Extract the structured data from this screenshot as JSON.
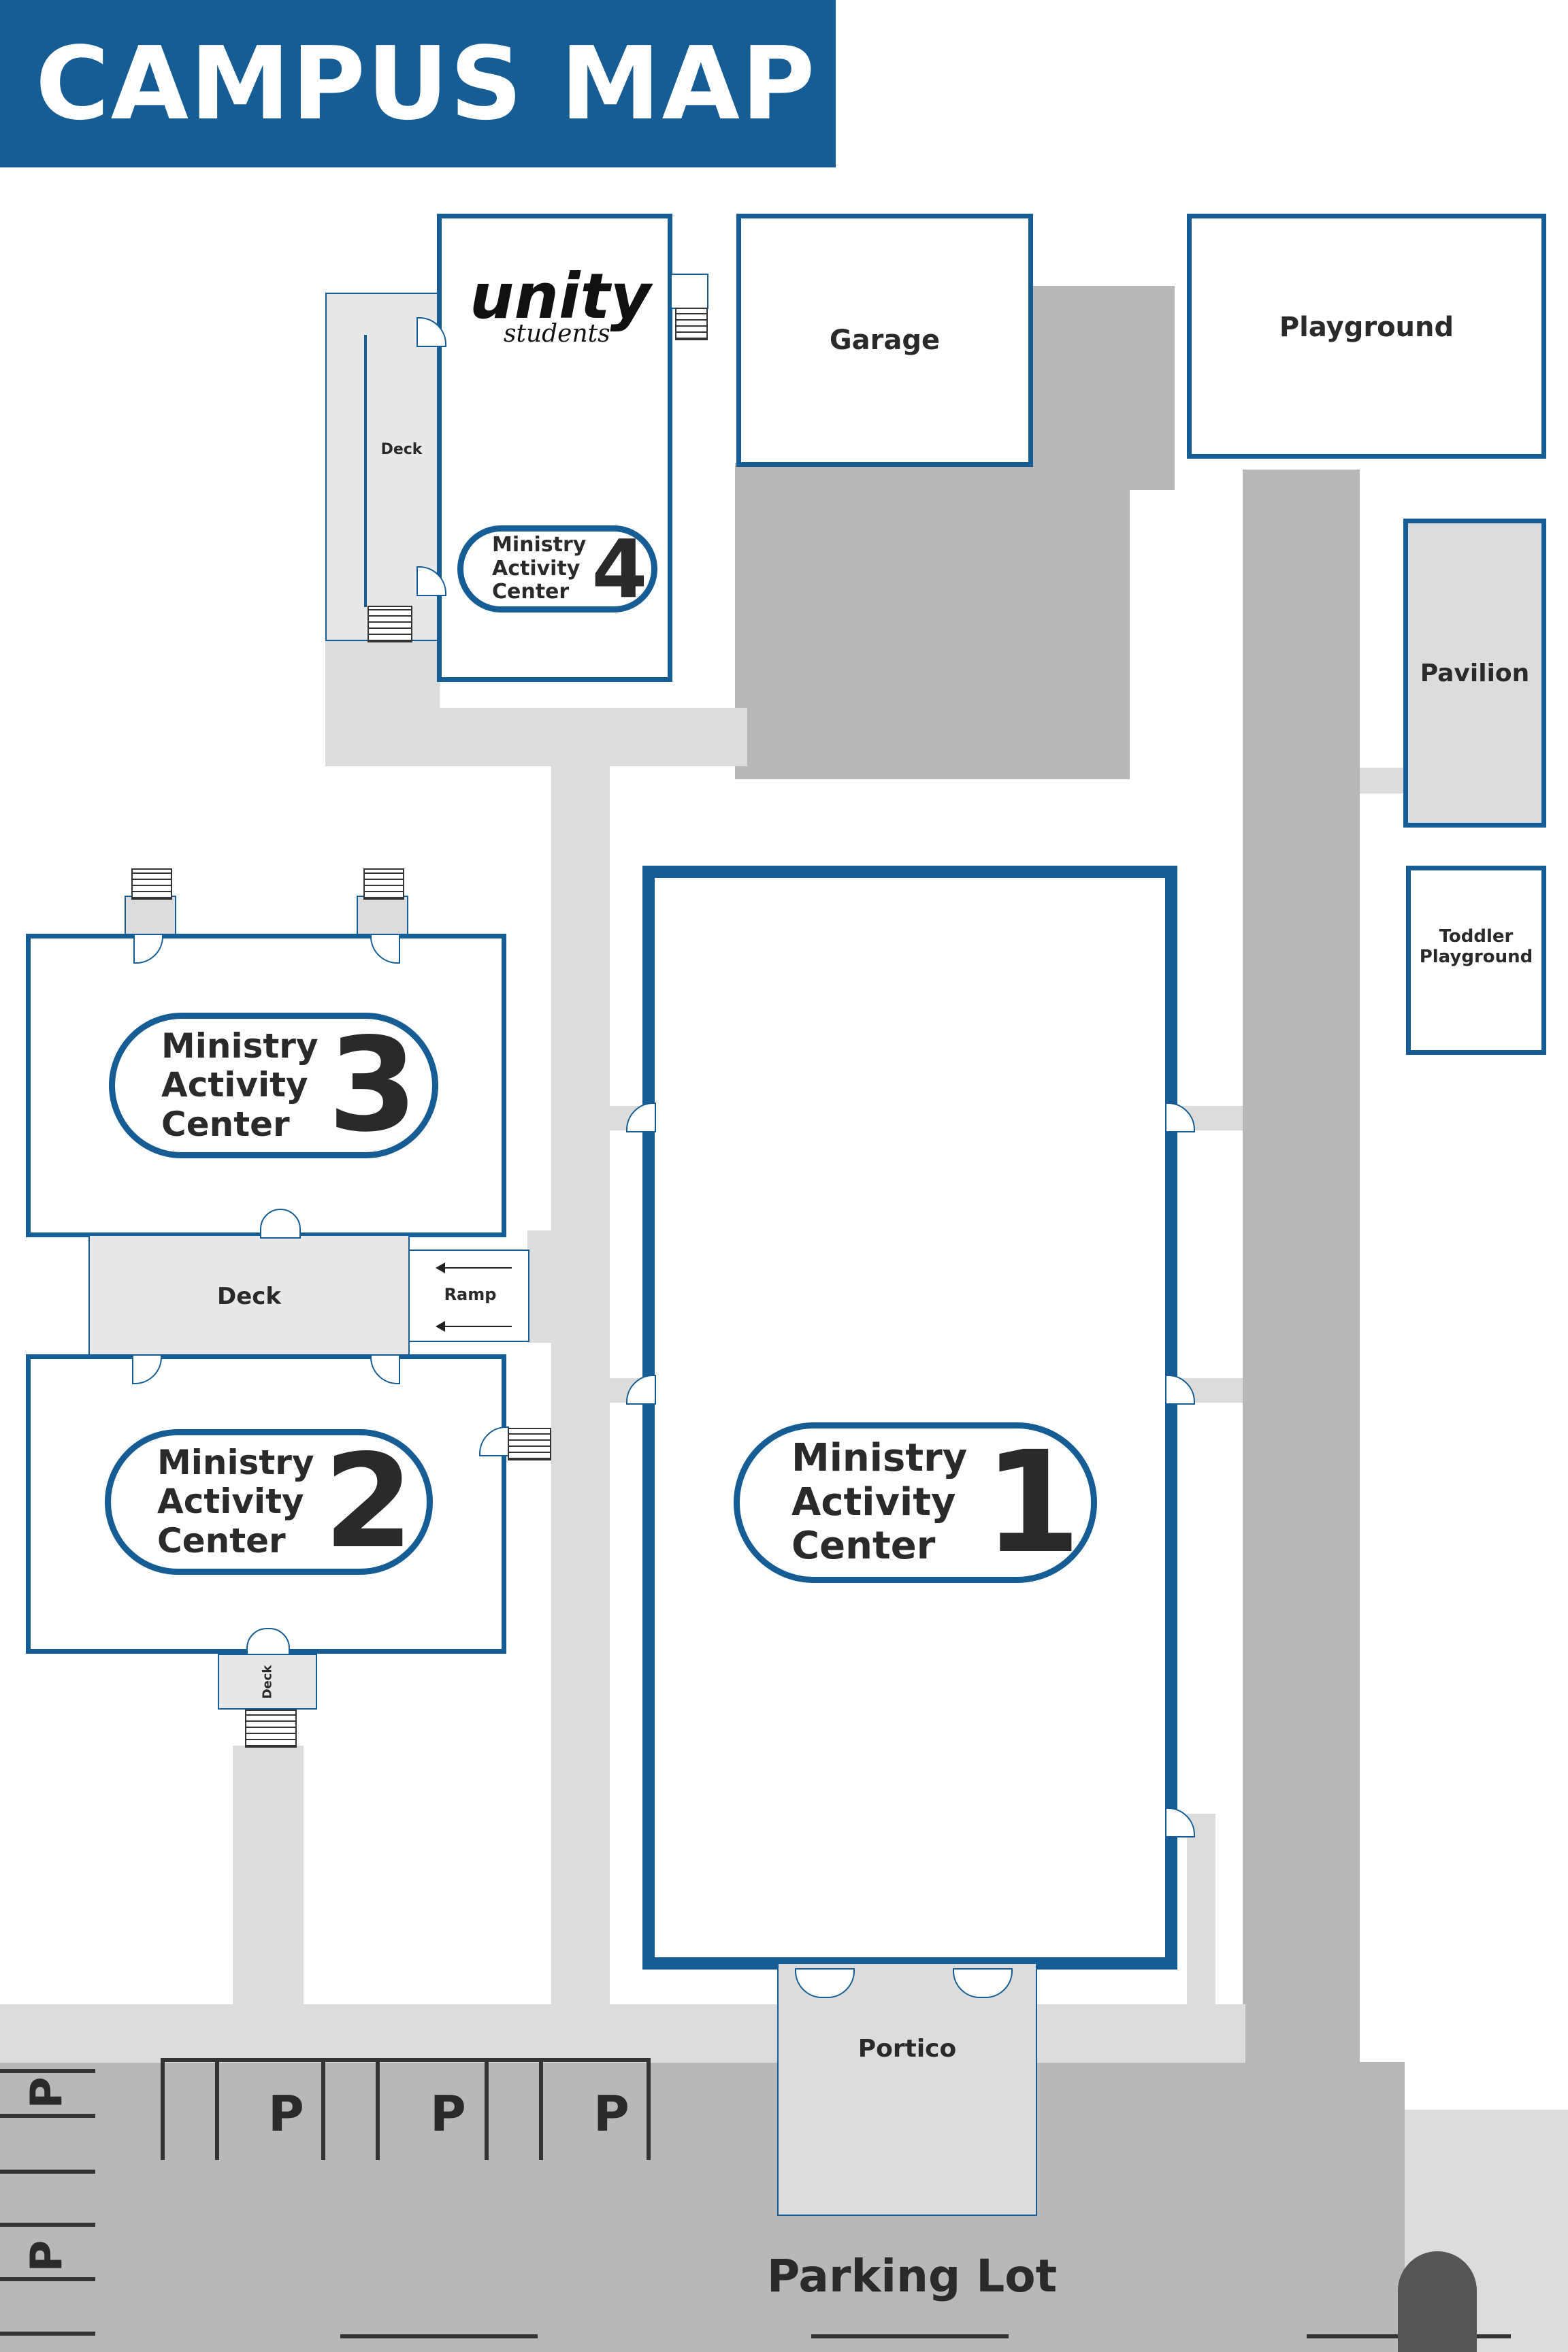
{
  "header": {
    "title": "CAMPUS MAP"
  },
  "buildings": {
    "mac1": {
      "line1": "Ministry",
      "line2": "Activity",
      "line3": "Center",
      "number": "1"
    },
    "mac2": {
      "line1": "Ministry",
      "line2": "Activity",
      "line3": "Center",
      "number": "2"
    },
    "mac3": {
      "line1": "Ministry",
      "line2": "Activity",
      "line3": "Center",
      "number": "3"
    },
    "mac4": {
      "line1": "Ministry",
      "line2": "Activity",
      "line3": "Center",
      "number": "4"
    }
  },
  "unity_logo": {
    "wordmark": "unity",
    "tagline": "students"
  },
  "labels": {
    "garage": "Garage",
    "playground": "Playground",
    "pavilion": "Pavilion",
    "toddler_line1": "Toddler",
    "toddler_line2": "Playground",
    "deck_top": "Deck",
    "deck_middle": "Deck",
    "deck_small": "Deck",
    "ramp": "Ramp",
    "portico": "Portico",
    "parking_lot": "Parking Lot",
    "parking_symbol": "P"
  },
  "colors": {
    "brand_blue": "#155d94",
    "road_grey": "#b8b8b8",
    "path_grey": "#dcdcdc",
    "text_dark": "#2a2a2a"
  }
}
